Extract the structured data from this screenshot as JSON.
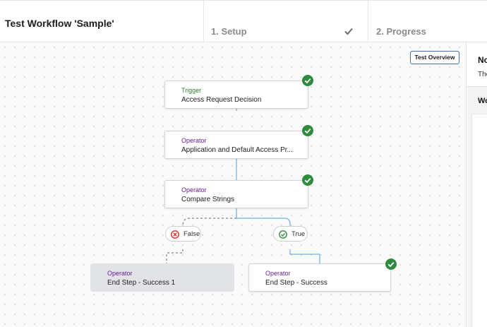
{
  "header": {
    "workflow_title": "Test Workflow 'Sample'",
    "steps": [
      {
        "label": "1. Setup",
        "completed": true,
        "icon": "check-icon"
      },
      {
        "label": "2. Progress",
        "completed": false
      }
    ]
  },
  "toolbar": {
    "test_overview_label": "Test Overview"
  },
  "colors": {
    "success": "#2e8b3e",
    "error": "#d32f2f",
    "edge": "#4aa3d8",
    "edge_dashed": "#666666",
    "trigger": "#2e7d32",
    "operator": "#6a1b9a"
  },
  "nodes": [
    {
      "type": "Trigger",
      "label": "Access Request Decision",
      "status": "success"
    },
    {
      "type": "Operator",
      "label": "Application and Default Access Pr...",
      "status": "success"
    },
    {
      "type": "Operator",
      "label": "Compare Strings",
      "status": "success"
    },
    {
      "type": "Operator",
      "label": "End Step - Success 1",
      "status": "not-run"
    },
    {
      "type": "Operator",
      "label": "End Step - Success",
      "status": "success"
    }
  ],
  "branches": [
    {
      "label": "False",
      "icon": "x-circle-icon"
    },
    {
      "label": "True",
      "icon": "check-circle-icon"
    }
  ],
  "side_panel": {
    "title": "No",
    "text": "The",
    "section_title": "Wo"
  }
}
